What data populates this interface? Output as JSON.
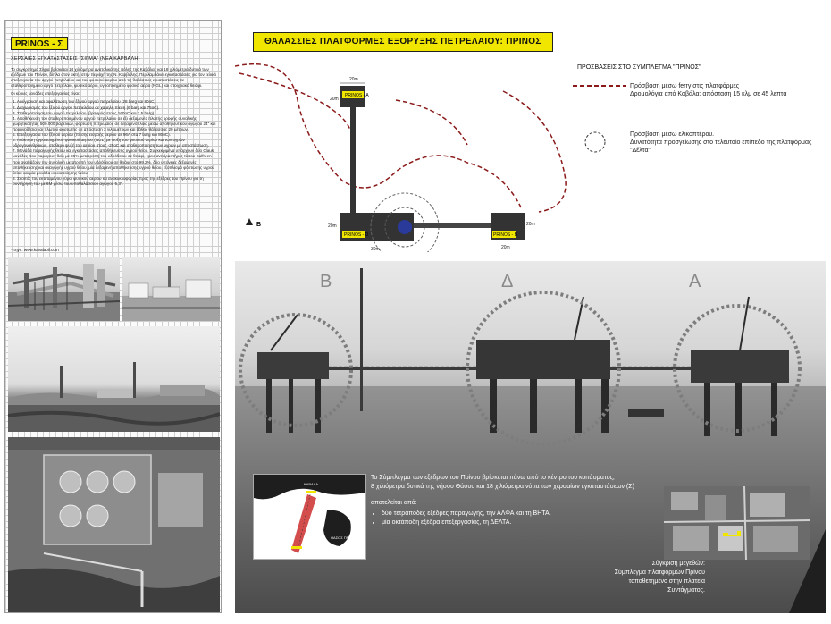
{
  "left": {
    "title": "PRINOS - Σ",
    "subtitle": "ΧΕΡΣΑΙΕΣ ΕΓΚΑΤΑΣΤΑΣΕΙΣ \"ΣΙΓΜΑ\" (ΝΕΑ ΚΑΡΒΑΛΗ)",
    "intro": "Το συγκρότημα Σίγμα βρίσκεται 14 χιλιόμετρα ανατολικά της πόλης της Καβάλας και 18 χιλιόμετρα δυτικά των εξέδρων του Πρίνου, δίπλα στον ακτή, στην περιοχή της Ν. Καρβάλης. Περιλαμβάνει εγκαταστάσεις για τον τελικό επεξεργασία του αργού πετρελαίου και του φυσικού αερίου από τις θαλάσσιες εγκαταστάσεις σε σταθεροποιημένο αργό πετρέλαιο, φυσικό αέριο, υγροποιημένο φυσικό αέριο (NGL) και στοιχειακό θειάφι.",
    "main_units": "Οι κύριες μονάδες επεξεργασίας είναι:",
    "items": [
      "1. Αφύγρανση και αφαλάτωση του ξξινού αργού πετρελαίου (28 barg και 80oC).",
      "2. Διαχωρισμός του ξξινού αργού πετρελαίου σε χαμηλή πίεση (6 barg και 75oC).",
      "3. Σταθεροποίηση του αργού πετρελαίου (βρασμός στους 160oC και 2.5 barg).",
      "4. Αποθήκευση του σταθεροποιημένου αργού πετρελαίου σε έξι δεξαμενές πλωτής οροφής συνολικής χωρητικότητας 500.000 βαρελιών, φόρτωση πετρελαίου σε δεξαμενόπλοια μέσω αποθηκευτικού αγωγού 24\" και πρυμνοδέσια και πλωτού φορτωτής σε απόσταση 3 χιλιομέτρων και βάθος θάλασσας 20 μέτρων.",
      "5. Επεξεργασία του ξξινού αερίου (πίεσης εισροής αερίου σε 96Α στα 7 barg και 80oC).",
      "6. Ανάκτηση υγροποιημένου φυσικού αερίου (NGL) με ψυξη του φυσικού αερίου και των υγρών υδρογονανθράκων, σταθερό ψυξή του αερίου στους -25oC και σταθεροποίηση των υγρών με αποστάκτωση.",
      "7. Μονάδα παραγωγής θείου και εγκαταστάσεις αποθήκευσης υγρού θείου. Συγκεκριμένα υπάρχουν δύο Claus μονάδες που παράγουν θείο με 96% μετατροπή του υδρόθειου σε θειάφι, τρεις αντιδραστήρες τύπου Sulfreen που αναβάζουν την συνολική μετατροπή του υδρόθειου σε θειάφι στο 99,2%, δύο υπόγειες δεξαμενές αποθήκευσης και αναγωγής υγρού θείου, μία δεξαμενή αποθήκευσης υγρού θείου, εξοπλισμό φόρτωσης υγρού θείου και μία μονάδα κοκκοποίησης θείου.",
      "8. Σκοπός του εκτεταμένου γύρω φυσικού αερίου κα ανακυκλοφορίας προς της εξέδρες του Πρίνου για τη συντήρηση του με 6Μ μέσω του υποθαλάσσιου αγωγού 5,3\"."
    ],
    "source": "*πηγή: www.kavalaoil.com"
  },
  "right": {
    "title": "ΘΑΛΑΣΣΙΕΣ ΠΛΑΤΦΟΡΜΕΣ ΕΞΟΡΥΞΗΣ ΠΕΤΡΕΛΑΙΟΥ: ΠΡΙΝΟΣ",
    "legend": {
      "heading": "ΠΡΟΣΒΑΣΕΙΣ ΣΤΟ ΣΥΜΠΛΕΓΜΑ \"ΠΡΙΝΟΣ\"",
      "ferry_line1": "Πρόσβαση μέσω ferry στις πλατφόρμες",
      "ferry_line2": "Δρομολόγια από Καβάλα: απόσταση 15 κλμ σε 45 λεπτά",
      "heli_line1": "Πρόσβαση μέσω ελικοπτέρου.",
      "heli_line2": "Δυνατότητα προσγείωσης στο τελευταίο επίπεδο της πλατφόρμας \"Δέλτα\""
    },
    "diagram": {
      "platform_a": "PRINOS - A",
      "platform_d": "PRINOS - D",
      "platform_b": "PRINOS - B",
      "dim_20m": "20m",
      "dim_30m": "30m",
      "dim_20m_height": "20m",
      "north_label": "B"
    },
    "photo_letters": [
      "Β",
      "Δ",
      "Α"
    ],
    "info": {
      "line1": "Το Σύμπλεγμα των εξέδρων του Πρίνου βρίσκεται πάνω από το κέντρο του κοιτάσματος,",
      "line2": "8 χιλιόμετρα δυτικά της νήσου Θάσου και 18 χιλιόμετρα νότια των χερσαίων εγκαταστάσεων (Σ)",
      "composed": "αποτελείται από:",
      "bullet1": "δύο τετράποδες εξέδρες παραγωγής, την ΑΛΦΑ και τη ΒΗΤΑ,",
      "bullet2": "μία οκτάποδη εξέδρα επεξεργασίας, τη ΔΕΛΤΑ."
    },
    "map": {
      "kavala": "ΚΑΒΑΛΑ",
      "prinos": "ΠΡΙΝΟΣ",
      "thasos": "ΘΑΣΟΣ ΠΡΙΝΟΥ"
    },
    "comparison": {
      "line1": "Σύγκριση μεγεθών:",
      "line2": "Σύμπλεγμα πλατφορμών Πρίνου",
      "line3": "τοποθετημένο στην πλατεία",
      "line4": "Συντάγματος."
    }
  },
  "colors": {
    "accent_yellow": "#f1e600",
    "route_red": "#8b1a1a",
    "heli_blue": "#2a3a9a"
  }
}
